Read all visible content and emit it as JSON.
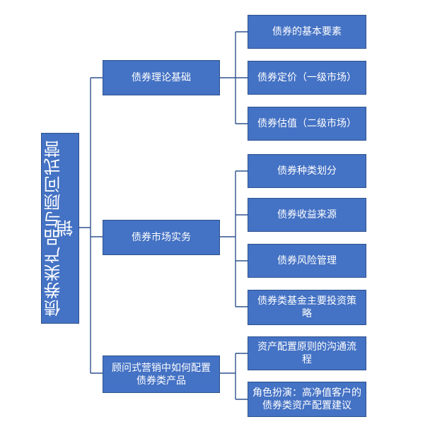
{
  "root": {
    "label": "债券类产品与顾问式营销"
  },
  "branches": [
    {
      "label": "债券理论基础",
      "children": [
        "债券的基本要素",
        "债券定价（一级市场）",
        "债券估值（二级市场）"
      ]
    },
    {
      "label": "债券市场实务",
      "children": [
        "债券种类划分",
        "债券收益来源",
        "债券风险管理",
        "债券类基金主要投资策略"
      ]
    },
    {
      "label": "顾问式营销中如何配置债券类产品",
      "children": [
        "资产配置原则的沟通流程",
        "角色扮演：高净值客户的债券类资产配置建议"
      ]
    }
  ],
  "colors": {
    "node_fill": "#4472C4",
    "node_border": "#2F528F",
    "line": "#2F528F"
  }
}
